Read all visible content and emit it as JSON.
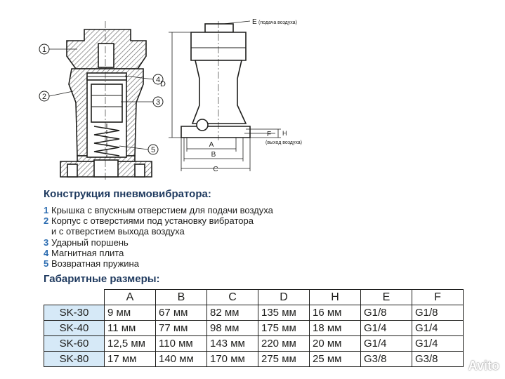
{
  "drawing": {
    "callouts": [
      "1",
      "2",
      "3",
      "4",
      "5"
    ],
    "dim_labels": {
      "e": "E",
      "e_note": "(подача воздуха)",
      "d": "D",
      "a": "A",
      "b": "B",
      "c": "C",
      "f": "F",
      "h": "H",
      "f_note": "(выход воздуха)"
    }
  },
  "construction": {
    "title": "Конструкция пневмовибратора:",
    "items": [
      {
        "num": "1",
        "text": "Крышка с впускным отверстием для подачи воздуха"
      },
      {
        "num": "2",
        "text": "Корпус с отверстиями под установку вибратора",
        "cont": "и с отверстием выхода воздуха"
      },
      {
        "num": "3",
        "text": "Ударный поршень"
      },
      {
        "num": "4",
        "text": "Магнитная плита"
      },
      {
        "num": "5",
        "text": "Возвратная пружина"
      }
    ]
  },
  "dimensions": {
    "title": "Габаритные размеры:",
    "headers": [
      "A",
      "B",
      "C",
      "D",
      "H",
      "E",
      "F"
    ],
    "rows": [
      {
        "model": "SK-30",
        "values": [
          "9 мм",
          "67 мм",
          "82 мм",
          "135 мм",
          "16 мм",
          "G1/8",
          "G1/8"
        ]
      },
      {
        "model": "SK-40",
        "values": [
          "11 мм",
          "77 мм",
          "98 мм",
          "175 мм",
          "18 мм",
          "G1/4",
          "G1/4"
        ]
      },
      {
        "model": "SK-60",
        "values": [
          "12,5 мм",
          "110 мм",
          "143 мм",
          "220 мм",
          "20 мм",
          "G1/4",
          "G1/4"
        ]
      },
      {
        "model": "SK-80",
        "values": [
          "17 мм",
          "140 мм",
          "170 мм",
          "275 мм",
          "25 мм",
          "G3/8",
          "G3/8"
        ]
      }
    ]
  },
  "watermark": "Avito",
  "colors": {
    "heading": "#1f3a5f",
    "accent": "#2a6bb0",
    "model_cell": "#d6e9f7",
    "hatch": "#6f6f6f"
  }
}
